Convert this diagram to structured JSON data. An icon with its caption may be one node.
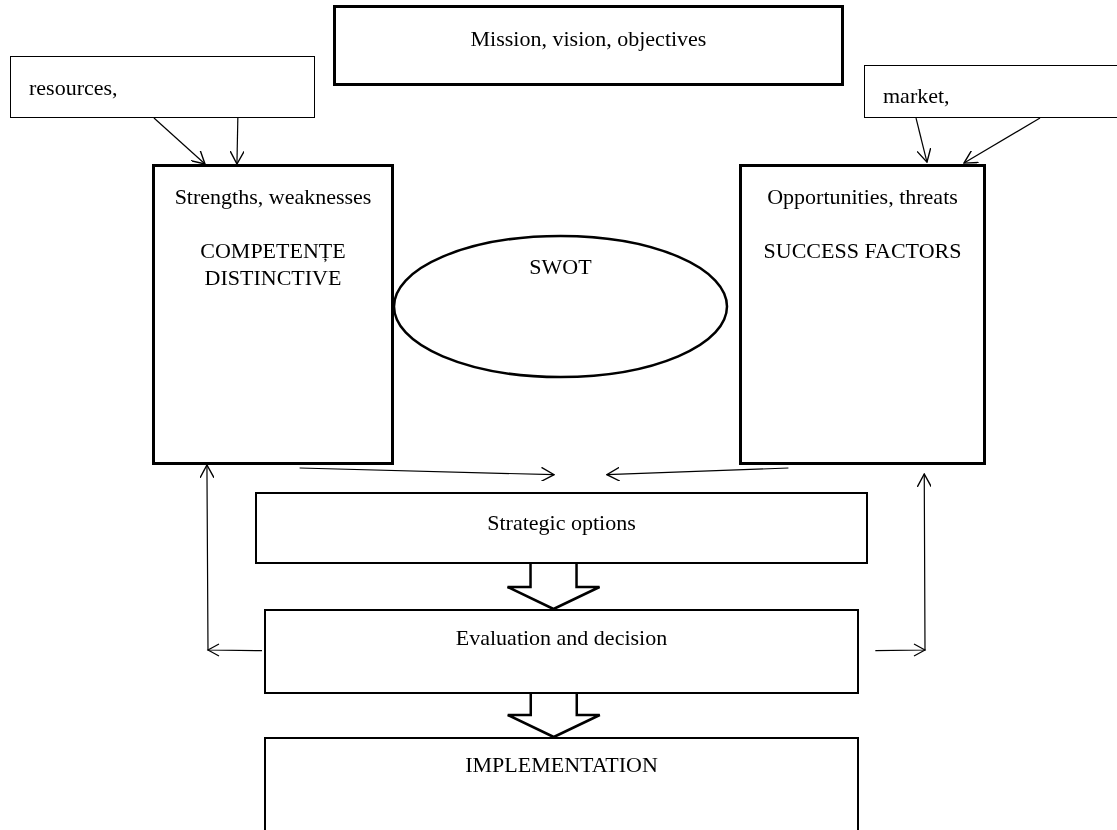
{
  "diagram": {
    "nodes": [
      {
        "text": [
          "Mission, vision, objectives"
        ]
      },
      {
        "text": [
          "resources,"
        ]
      },
      {
        "text": [
          "market,"
        ]
      },
      {
        "text": [
          "Strengths, weaknesses",
          "COMPETENȚE DISTINCTIVE"
        ]
      },
      {
        "text": [
          "SWOT"
        ]
      },
      {
        "text": [
          "Opportunities, threats",
          "SUCCESS FACTORS"
        ]
      },
      {
        "text": [
          "Strategic options"
        ]
      },
      {
        "text": [
          "Evaluation and decision"
        ]
      },
      {
        "text": [
          "IMPLEMENTATION"
        ]
      }
    ],
    "edges": [
      {
        "from": 1,
        "to": 3,
        "arrow": "to"
      },
      {
        "from": 1,
        "to": 3,
        "arrow": "to"
      },
      {
        "from": 2,
        "to": 5,
        "arrow": "to"
      },
      {
        "from": 2,
        "to": 5,
        "arrow": "to"
      },
      {
        "from": 3,
        "to": 6,
        "arrow": "to"
      },
      {
        "from": 5,
        "to": 6,
        "arrow": "to"
      },
      {
        "from": 6,
        "to": 7,
        "arrow": "to",
        "style": "thick"
      },
      {
        "from": 7,
        "to": 3,
        "arrow": "to"
      },
      {
        "from": 7,
        "to": 5,
        "arrow": "to"
      },
      {
        "from": 7,
        "to": 8,
        "arrow": "to",
        "style": "thick"
      }
    ]
  }
}
